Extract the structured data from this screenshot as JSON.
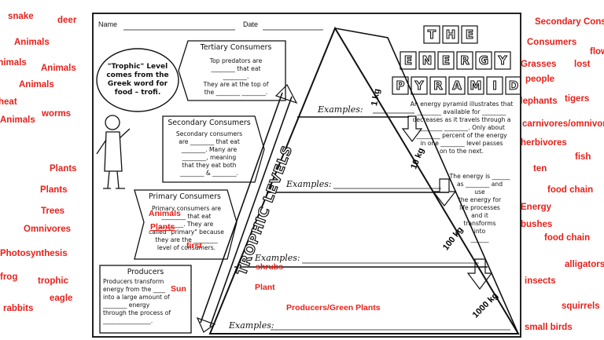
{
  "sheet": {
    "name_label": "Name",
    "date_label": "Date",
    "title": [
      "THE",
      "ENERGY",
      "PYRAMID"
    ],
    "trophic_quote": [
      "\"Trophic\" Level",
      "comes from the",
      "Greek word for",
      "food – trofi."
    ],
    "trophic_levels": "TROPHIC LEVELS",
    "tertiary": {
      "heading": "Tertiary Consumers",
      "lines": [
        "Top predators are",
        "________ that eat",
        "________.",
        "They are at the top of",
        "the ________ ________."
      ]
    },
    "secondary": {
      "heading": "Secondary Consumers",
      "lines": [
        "Secondary consumers",
        "are ________ that eat",
        "________. Many are",
        "________, meaning",
        "that they eat both",
        "________ & ________."
      ]
    },
    "primary": {
      "heading": "Primary Consumers",
      "lines": [
        "Primary consumers are",
        "________ that eat",
        "________. They are",
        "called \"primary\" because",
        "they are the ________",
        "level of consumers."
      ]
    },
    "producers": {
      "heading": "Producers",
      "lines": [
        "Producers transform",
        "energy from the ____",
        "into a large amount of",
        "________ energy",
        "through the process of",
        "________________."
      ]
    },
    "examples_label": "Examples:",
    "kg_labels": [
      "1 kg",
      "10 kg",
      "100 kg",
      "1000 kg"
    ],
    "info_text": [
      "An energy pyramid illustrates that",
      "________ available for ________",
      "decreases as it travels through a",
      "________ ________. Only about",
      "________ percent of the energy",
      "in one ________ level passes",
      "on to the next."
    ],
    "energy_text": [
      "The energy is ______",
      "as ________ and",
      "use",
      "the energy for",
      "life processes",
      "and it",
      "transforms",
      "into",
      "______"
    ]
  },
  "overlay_words": {
    "animals": "Animals",
    "plants": "Plants",
    "first": "first",
    "sun": "Sun",
    "shrubs": "shrubs",
    "plant": "Plant",
    "producers_green_plants": "Producers/Green Plants"
  },
  "word_bank_left": [
    "snake",
    "deer",
    "Animals",
    "Animals",
    "Animals",
    "Animals",
    "heat",
    "Animals",
    "worms",
    "Plants",
    "Plants",
    "Trees",
    "Omnivores",
    "Photosynthesis",
    "frog",
    "trophic",
    "eagle",
    "rabbits"
  ],
  "word_bank_right": [
    "Secondary Consumers",
    "Consumers",
    "flow",
    "Grasses",
    "lost",
    "people",
    "elephants",
    "tigers",
    "carnivores/omnivores",
    "herbivores",
    "fish",
    "ten",
    "food chain",
    "Energy",
    "bushes",
    "food chain",
    "alligators",
    "insects",
    "squirrels",
    "small birds"
  ],
  "colors": {
    "word_bank": "#e8201a",
    "ink": "#111111",
    "paper": "#ffffff"
  }
}
